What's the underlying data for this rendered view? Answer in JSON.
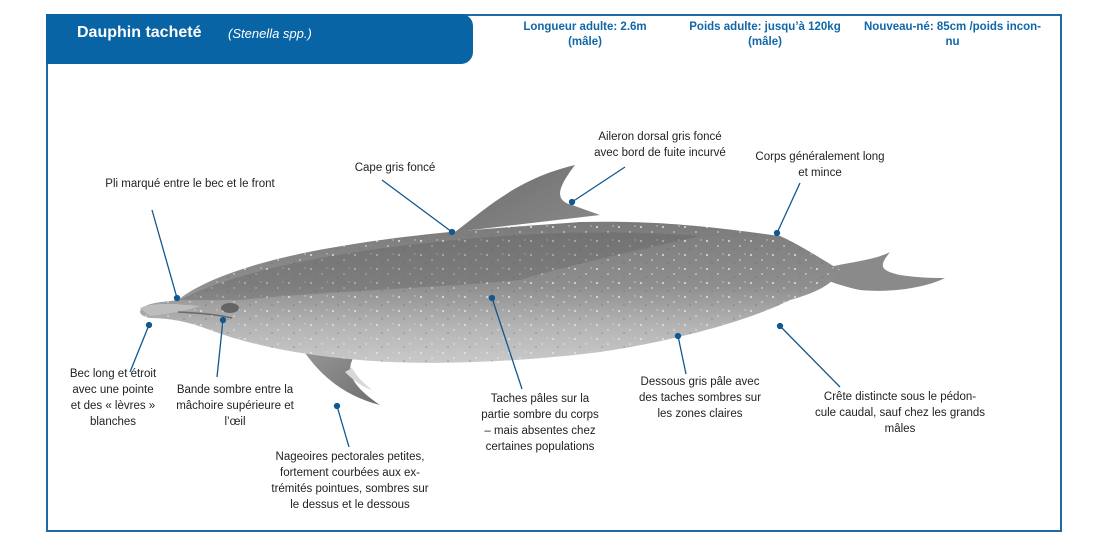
{
  "header": {
    "title": "Dauphin tacheté",
    "scientific_name": "(Stenella spp.)",
    "banner_color": "#0864a5"
  },
  "stats": [
    {
      "label": "Longueur adulte: 2.6m",
      "sub": "(mâle)"
    },
    {
      "label": "Poids adulte: jusqu’à 120kg",
      "sub": "(mâle)"
    },
    {
      "label": "Nouveau-né: 85cm /poids incon-",
      "sub": "nu"
    }
  ],
  "annotations": {
    "pli": "Pli marqué entre le bec et le front",
    "cape": "Cape gris foncé",
    "aileron": [
      "Aileron dorsal gris foncé",
      "avec bord de fuite incurvé"
    ],
    "corps": [
      "Corps généralement long",
      "et mince"
    ],
    "bec": [
      "Bec long et étroit",
      "avec une pointe",
      "et des « lèvres »",
      "blanches"
    ],
    "bande": [
      "Bande sombre entre la",
      "mâchoire supérieure et",
      "l’œil"
    ],
    "nageoires": [
      "Nageoires pectorales petites,",
      "fortement courbées aux ex-",
      "trémités pointues, sombres sur",
      "le dessus et le dessous"
    ],
    "taches": [
      "Taches pâles sur la",
      "partie sombre du corps",
      "– mais absentes chez",
      "certaines populations"
    ],
    "dessous": [
      "Dessous gris pâle avec",
      "des taches sombres sur",
      "les zones claires"
    ],
    "crete": [
      "Crête distincte sous le pédon-",
      "cule caudal, sauf chez les grands",
      "mâles"
    ]
  },
  "colors": {
    "frame": "#1f6aa5",
    "leader_line": "#11588f",
    "stat_text": "#1167a8"
  }
}
